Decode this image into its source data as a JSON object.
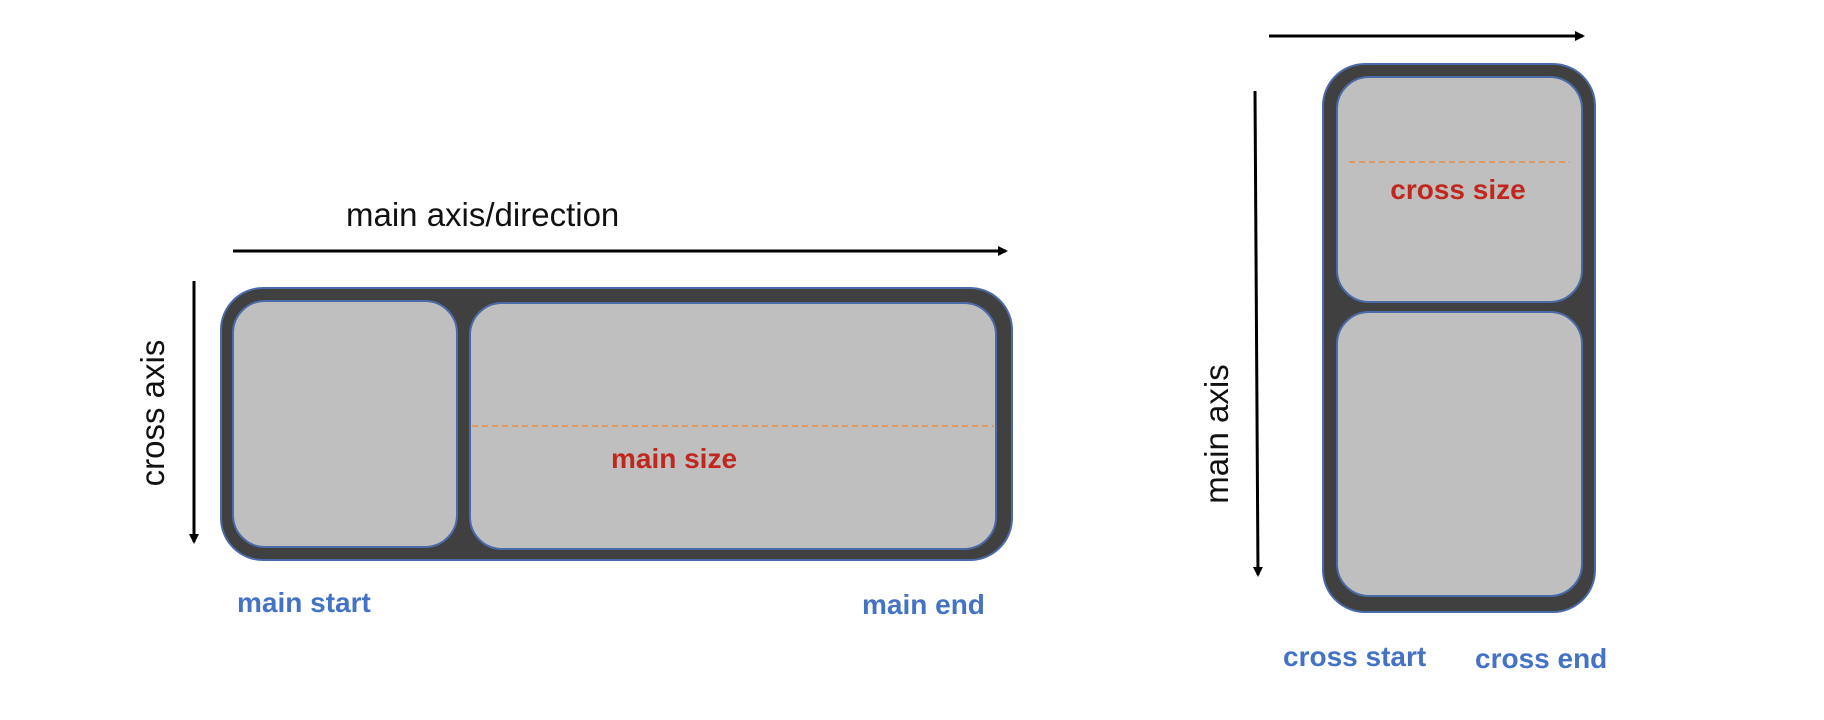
{
  "labels": {
    "main_axis_direction": "main axis/direction",
    "cross_axis": "cross axis",
    "main_size": "main size",
    "main_start": "main start",
    "main_end": "main end",
    "main_axis": "main axis",
    "cross_size": "cross size",
    "cross_start": "cross start",
    "cross_end": "cross end"
  },
  "colors": {
    "container": "#404040",
    "item": "#bfbfbf",
    "item_border": "#4a6aa8",
    "blue_text": "#4472c4",
    "red_text": "#c0281e",
    "dashed_line": "#f08c3c",
    "arrow": "#000000"
  }
}
